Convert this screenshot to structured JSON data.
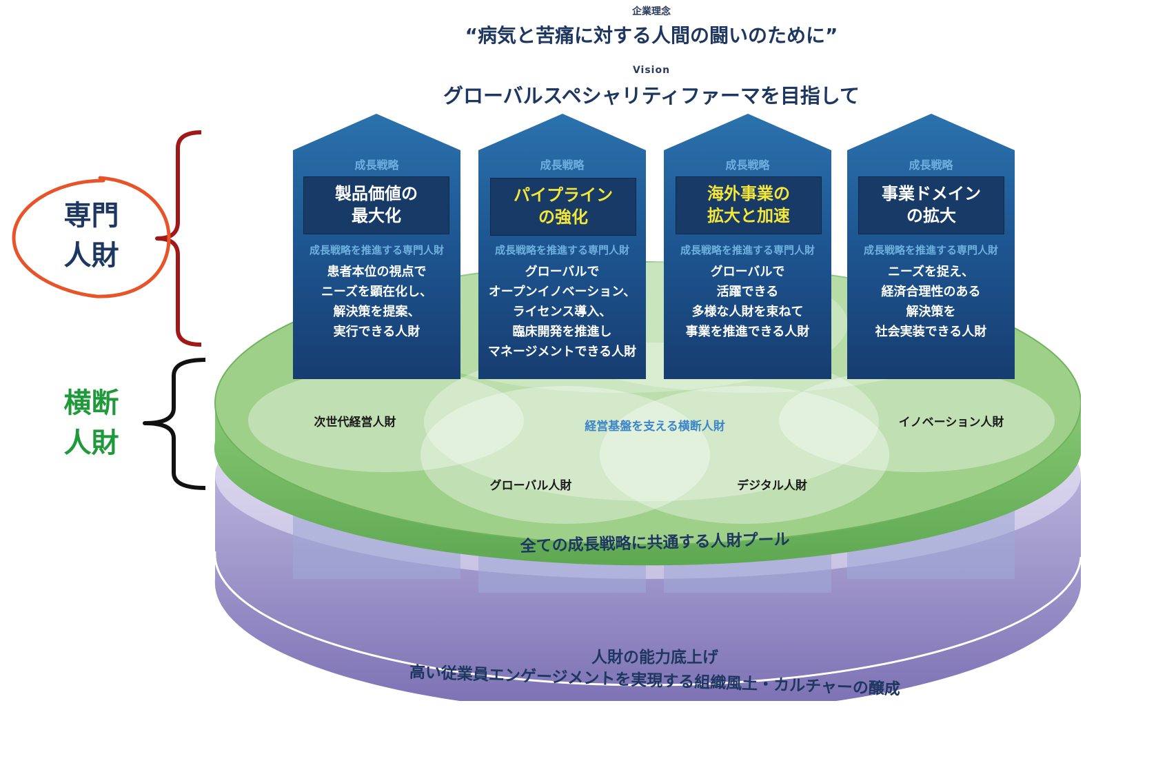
{
  "header": {
    "philosophy_label": "企業理念",
    "philosophy_text": "“病気と苦痛に対する人間の闘いのために”",
    "vision_label": "Vision",
    "vision_text": "グローバルスペシャリティファーマを目指して"
  },
  "left_labels": {
    "specialist": [
      "専門",
      "人財"
    ],
    "crossfunctional": [
      "横断",
      "人財"
    ]
  },
  "pillars": [
    {
      "label": "成長戦略",
      "title": [
        "製品価値の",
        "最大化"
      ],
      "title_color": "#ffffff",
      "subtitle": "成長戦略を推進する専門人財",
      "desc": [
        "患者本位の視点で",
        "ニーズを顕在化し、",
        "解決策を提案、",
        "実行できる人財"
      ]
    },
    {
      "label": "成長戦略",
      "title": [
        "パイプライン",
        "の強化"
      ],
      "title_color": "#f5e63a",
      "subtitle": "成長戦略を推進する専門人財",
      "desc": [
        "グローバルで",
        "オープンイノベーション、",
        "ライセンス導入、",
        "臨床開発を推進し",
        "マネージメントできる人財"
      ]
    },
    {
      "label": "成長戦略",
      "title": [
        "海外事業の",
        "拡大と加速"
      ],
      "title_color": "#f5e63a",
      "subtitle": "成長戦略を推進する専門人財",
      "desc": [
        "グローバルで",
        "活躍できる",
        "多様な人財を束ねて",
        "事業を推進できる人財"
      ]
    },
    {
      "label": "成長戦略",
      "title": [
        "事業ドメイン",
        "の拡大"
      ],
      "title_color": "#ffffff",
      "subtitle": "成長戦略を推進する専門人財",
      "desc": [
        "ニーズを捉え、",
        "経済合理性のある",
        "解決策を",
        "社会実装できる人財"
      ]
    }
  ],
  "green_disk": {
    "center_label": "経営基盤を支える横断人財",
    "items": [
      "次世代経営人財",
      "イノベーション人財",
      "グローバル人財",
      "デジタル人財"
    ],
    "rim_label": "全ての成長戦略に共通する人財プール"
  },
  "purple_disk": {
    "line1": "人財の能力底上げ",
    "line2": "高い従業員エンゲージメントを実現する組織風土・カルチャーの醸成"
  },
  "colors": {
    "navy": "#183a66",
    "pillar_blue": "#1f5d96",
    "green": "#7fbf6a",
    "purple": "#8b80bf",
    "bracket_red": "#a01818",
    "ellipse_orange": "#e8542a",
    "label_green": "#1f9a3a",
    "label_navy": "#1e3760"
  }
}
